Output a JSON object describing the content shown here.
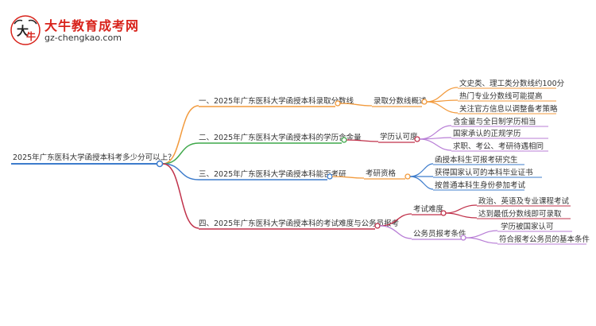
{
  "logo": {
    "brand": "大牛教育成考网",
    "site": "gz-chengkao.com"
  },
  "mindmap": {
    "root": "2025年广东医科大学函授本科考多少分可以上？",
    "branches": [
      {
        "label": "一、2025年广东医科大学函授本科录取分数线",
        "color": "#f29a3c",
        "topics": [
          {
            "label": "录取分数线概述",
            "color": "#f29a3c",
            "leaves": [
              "文史类、理工类分数线约100分",
              "热门专业分数线可能提高",
              "关注官方信息以调整备考策略"
            ]
          }
        ]
      },
      {
        "label": "二、2025年广东医科大学函授本科的学历含金量",
        "color": "#3fa84a",
        "topics": [
          {
            "label": "学历认可度",
            "color": "#c0314a",
            "leaves": [
              "含金量与全日制学历相当",
              "国家承认的正规学历",
              "求职、考公、考研待遇相同"
            ]
          }
        ]
      },
      {
        "label": "三、2025年广东医科大学函授本科能否考研",
        "color": "#3d7ccc",
        "topics": [
          {
            "label": "考研资格",
            "color": "#f29a3c",
            "leaves": [
              "函授本科生可报考研究生",
              "获得国家认可的本科毕业证书",
              "按普通本科生身份参加考试"
            ]
          }
        ]
      },
      {
        "label": "四、2025年广东医科大学函授本科的考试难度与公务员报考",
        "color": "#c0314a",
        "topics": [
          {
            "label": "考试难度",
            "color": "#c0314a",
            "leaves": [
              "政治、英语及专业课程考试",
              "达到最低分数线即可录取"
            ]
          },
          {
            "label": "公务员报考条件",
            "color": "#b87ed6",
            "leaves": [
              "学历被国家认可",
              "符合报考公务员的基本条件"
            ]
          }
        ]
      }
    ]
  }
}
